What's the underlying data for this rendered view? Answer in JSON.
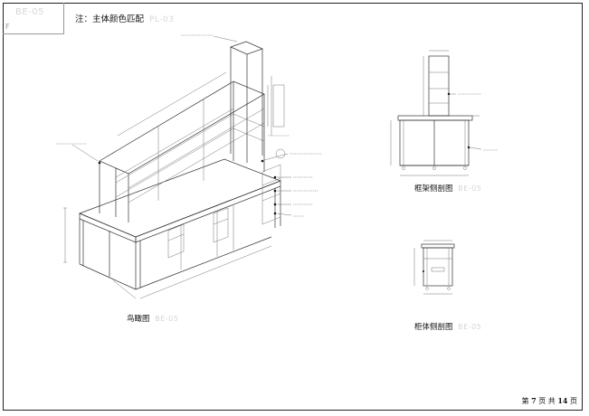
{
  "header": {
    "sheet_code": "BE-05",
    "sheet_sub": "F",
    "note": "注：主体颜色匹配",
    "note_code": "PL-03"
  },
  "views": {
    "birdseye": {
      "label": "鸟瞰图",
      "code": "BE-05"
    },
    "frame_section": {
      "label": "框架侧剖图",
      "code": "BE-05"
    },
    "cabinet_section": {
      "label": "柜体侧剖图",
      "code": "BE-05"
    }
  },
  "footer": {
    "page_prefix": "第",
    "page": "7",
    "page_mid": "页  共",
    "total": "14",
    "page_suffix": "页"
  }
}
